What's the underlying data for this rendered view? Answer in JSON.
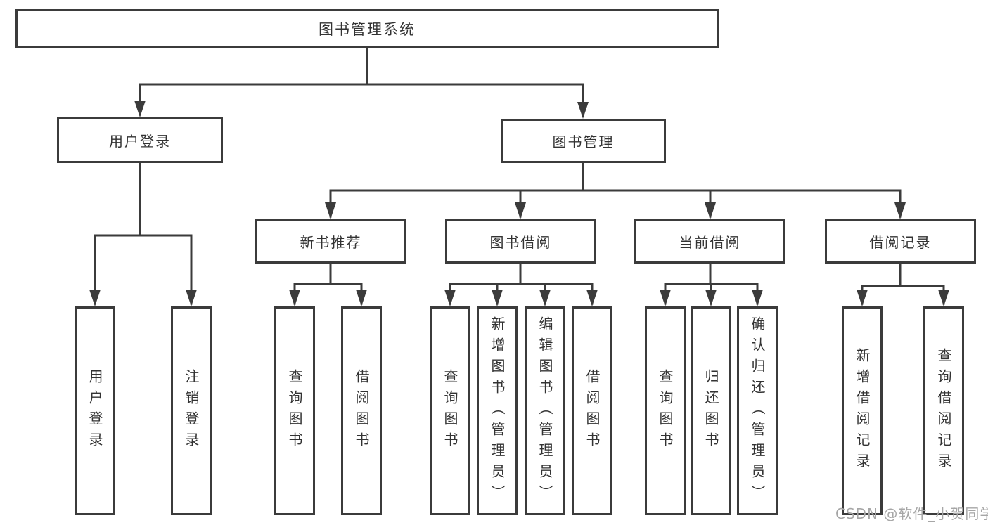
{
  "diagram": {
    "tree": {
      "label": "图书管理系统",
      "children": [
        {
          "label": "用户登录",
          "children": [
            {
              "label": "用户登录"
            },
            {
              "label": "注销登录"
            }
          ]
        },
        {
          "label": "图书管理",
          "children": [
            {
              "label": "新书推荐",
              "children": [
                {
                  "label": "查询图书"
                },
                {
                  "label": "借阅图书"
                }
              ]
            },
            {
              "label": "图书借阅",
              "children": [
                {
                  "label": "查询图书"
                },
                {
                  "label": "新增图书（管理员）"
                },
                {
                  "label": "编辑图书（管理员）"
                },
                {
                  "label": "借阅图书"
                }
              ]
            },
            {
              "label": "当前借阅",
              "children": [
                {
                  "label": "查询图书"
                },
                {
                  "label": "归还图书"
                },
                {
                  "label": "确认归还（管理员）"
                }
              ]
            },
            {
              "label": "借阅记录",
              "children": [
                {
                  "label": "新增借阅记录"
                },
                {
                  "label": "查询借阅记录"
                }
              ]
            }
          ]
        }
      ]
    },
    "colors": {
      "line": "#3b3b3b",
      "box_border": "#3b3b3b",
      "text": "#333333",
      "background": "#ffffff",
      "watermark_text_color": "#a6a6a6"
    }
  },
  "watermark": "CSDN @软件_小贺同学"
}
